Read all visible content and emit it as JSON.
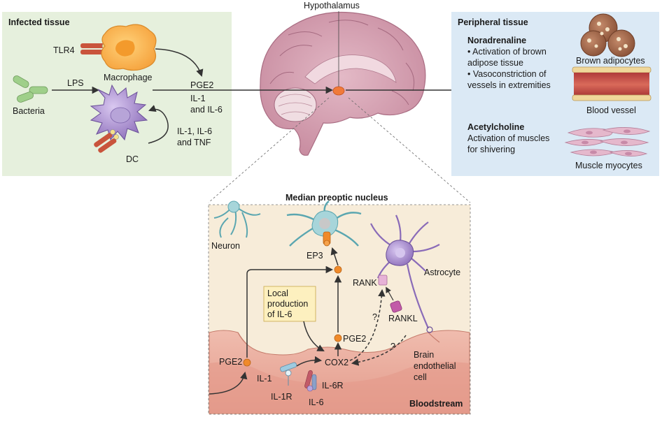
{
  "panels": {
    "infected_tissue": "Infected tissue",
    "peripheral_tissue": "Peripheral tissue",
    "median_preoptic": "Median preoptic nucleus"
  },
  "brain": {
    "hypothalamus": "Hypothalamus"
  },
  "infected": {
    "tlr4": "TLR4",
    "macrophage": "Macrophage",
    "lps": "LPS",
    "bacteria": "Bacteria",
    "dc": "DC",
    "cytokines_loop": [
      "IL-1, IL-6",
      "and TNF"
    ],
    "mediators": [
      "PGE2",
      "IL-1",
      "and IL-6"
    ]
  },
  "peripheral": {
    "noradrenaline": "Noradrenaline",
    "nor_bullets": [
      "• Activation of brown",
      "  adipose tissue",
      "• Vasoconstriction of",
      "  vessels in extremities"
    ],
    "brown_adipocytes": "Brown adipocytes",
    "blood_vessel": "Blood vessel",
    "acetylcholine": "Acetylcholine",
    "ach_text": [
      "Activation of muscles",
      "for shivering"
    ],
    "muscle": "Muscle myocytes"
  },
  "inset": {
    "neuron": "Neuron",
    "ep3": "EP3",
    "astrocyte": "Astrocyte",
    "rank": "RANK",
    "rankl": "RANKL",
    "local_prod": [
      "Local",
      "production",
      "of IL-6"
    ],
    "pge2_top": "PGE2",
    "pge2_left": "PGE2",
    "cox2": "COX2",
    "il1": "IL-1",
    "il1r": "IL-1R",
    "il6": "IL-6",
    "il6r": "IL-6R",
    "brain_endo": [
      "Brain",
      "endothelial",
      "cell"
    ],
    "bloodstream": "Bloodstream",
    "q1": "?",
    "q2": "?"
  },
  "colors": {
    "infected_bg": "#e6f0dd",
    "peripheral_bg": "#dbe9f5",
    "inset_bg": "#f7ecd9",
    "endothelium": "#e9a89a",
    "orange": "#f08a2a",
    "purple": "#8a6bb8",
    "teal": "#5aa6b0"
  }
}
